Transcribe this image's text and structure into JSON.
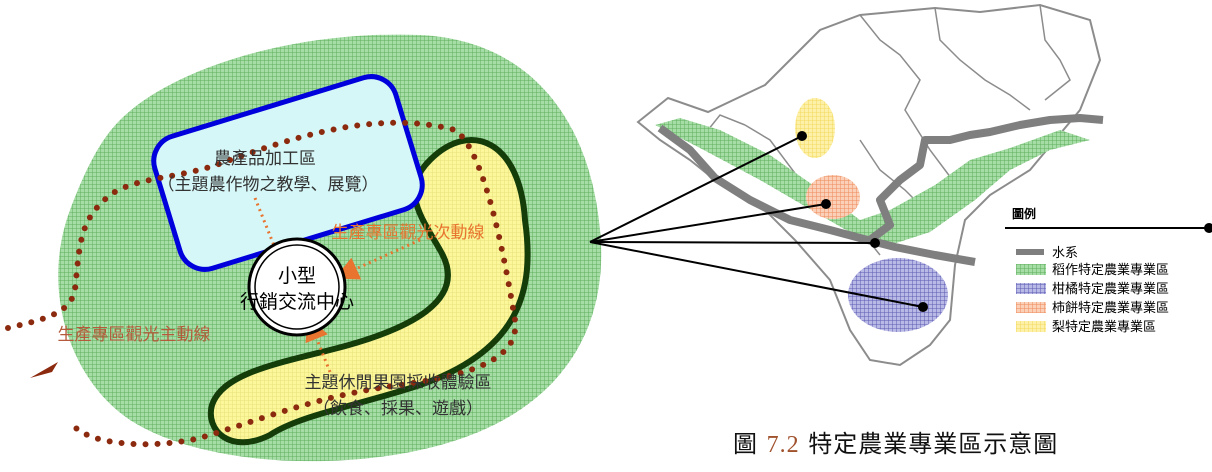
{
  "zones": {
    "processing_title": "農產品加工區",
    "processing_sub": "（主題農作物之教學、展覽）",
    "center_line1": "小型",
    "center_line2": "行銷交流中心",
    "orchard_title": "主題休閒果園採收體驗區",
    "orchard_sub": "（飲食、採果、遊戲）"
  },
  "routes": {
    "secondary": "生產專區觀光次動線",
    "main": "生產專區觀光主動線"
  },
  "legend": {
    "title": "圖例",
    "items": [
      {
        "label": "水系",
        "swatch": "river"
      },
      {
        "label": "稻作特定農業專業區",
        "swatch": "rice"
      },
      {
        "label": "柑橘特定農業專業區",
        "swatch": "citrus"
      },
      {
        "label": "柿餅特定農業專業區",
        "swatch": "persimmon"
      },
      {
        "label": "梨特定農業專業區",
        "swatch": "pear"
      }
    ]
  },
  "caption": {
    "prefix": "圖 ",
    "number": "7.2",
    "title": "  特定農業專業區示意圖"
  },
  "colors": {
    "green_area": "#8fd18f",
    "processing_fill": "#d6f7f7",
    "processing_border": "#0000dd",
    "orchard_fill": "#fbf79a",
    "orchard_border": "#143d0a",
    "route_dots": "#8b2a0e",
    "route_text": "#e8742f",
    "river": "#7f7f7f",
    "citrus": "#6666bb",
    "persimmon": "#f3a27a",
    "pear": "#f7df5a"
  }
}
